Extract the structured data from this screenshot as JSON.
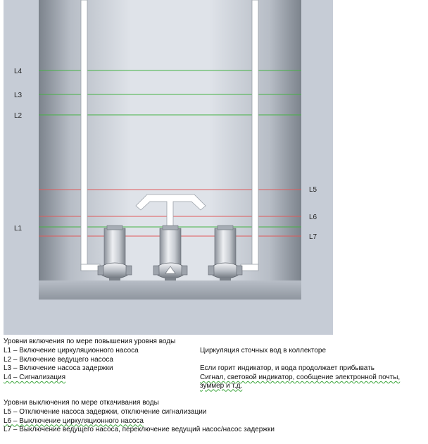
{
  "diagram": {
    "level_labels": {
      "L4": "L4",
      "L3": "L3",
      "L2": "L2",
      "L1": "L1",
      "L5": "L5",
      "L6": "L6",
      "L7": "L7"
    },
    "colors": {
      "start_level": "#45b345",
      "stop_level": "#e05a5a",
      "tank_outer": "#c6ccd6",
      "pipe": "#ffffff"
    }
  },
  "legend": {
    "rising_heading": "Уровни включения по мере повышения уровня воды",
    "rising": [
      {
        "text": "L1 – Включение циркуляционного насоса",
        "note": "Циркуляция сточных вод в коллекторе"
      },
      {
        "text": "L2 – Включение ведущего насоса",
        "note": ""
      },
      {
        "text": "L3 – Включение насоса задержки",
        "note": "Если горит индикатор, и вода продолжает прибывать"
      },
      {
        "text": "L4 – Сигнализация",
        "note": "Сигнал, световой индикатор, сообщение электронной почты, зуммер и т.д."
      }
    ],
    "falling_heading": "Уровни выключения по мере откачивания воды",
    "falling": [
      {
        "text": "L5 – Отключение насоса задержки, отключение сигнализации"
      },
      {
        "text": "L6 – Выключение циркуляционного насоса"
      },
      {
        "text": "L7 – Выключение ведущего насоса, переключение ведущий насос/насос задержки"
      }
    ]
  }
}
